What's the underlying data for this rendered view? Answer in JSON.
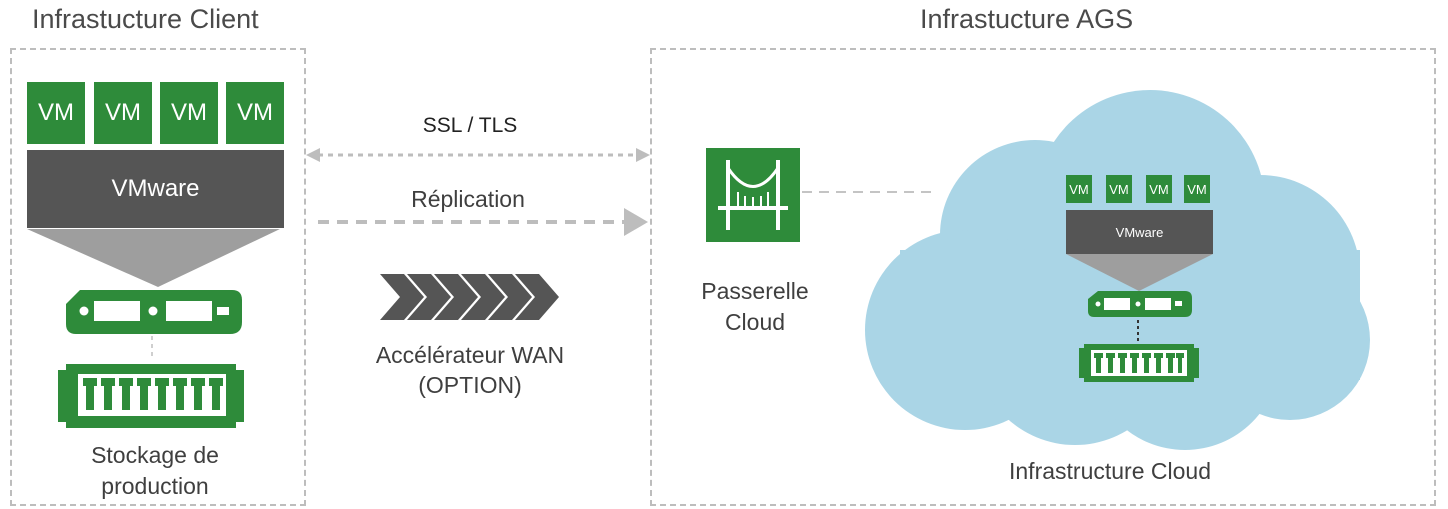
{
  "titles": {
    "client": "Infrastucture Client",
    "ags": "Infrastucture AGS"
  },
  "client": {
    "vms": [
      "VM",
      "VM",
      "VM",
      "VM"
    ],
    "hypervisor": "VMware",
    "storage_label_line1": "Stockage de",
    "storage_label_line2": "production"
  },
  "links": {
    "ssl": "SSL / TLS",
    "replication": "Réplication",
    "wan_line1": "Accélérateur WAN",
    "wan_line2": "(OPTION)"
  },
  "gateway": {
    "label_line1": "Passerelle",
    "label_line2": "Cloud"
  },
  "cloud": {
    "vms": [
      "VM",
      "VM",
      "VM",
      "VM"
    ],
    "hypervisor": "VMware",
    "label": "Infrastructure Cloud"
  },
  "colors": {
    "green": "#2e8b3a",
    "dark_gray": "#555555",
    "cloud_blue": "#aad5e6",
    "dash_gray": "#bdbdbd"
  }
}
